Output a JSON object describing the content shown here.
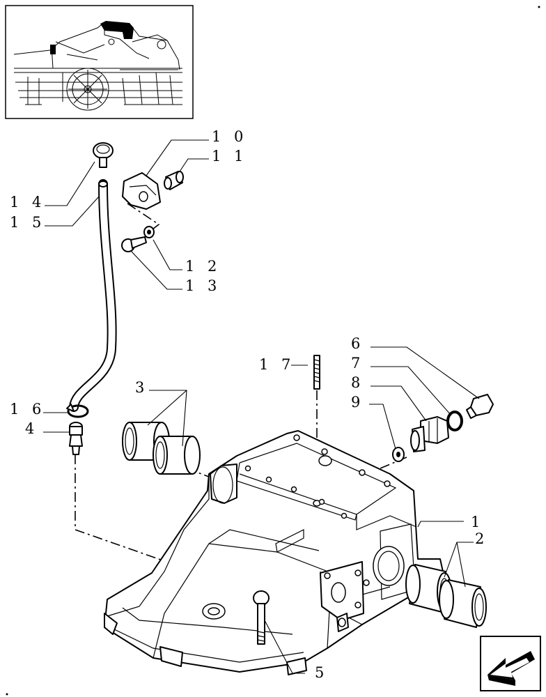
{
  "diagram": {
    "part_labels": {
      "p1": "1",
      "p2": "2",
      "p3": "3",
      "p4": "4",
      "p5": "5",
      "p6": "6",
      "p7": "7",
      "p8": "8",
      "p9": "9",
      "p10": "1 0",
      "p11": "1 1",
      "p12": "1 2",
      "p13": "1 3",
      "p14": "1 4",
      "p15": "1 5",
      "p16": "1 6",
      "p17": "1 7"
    },
    "nav_icon": "arrow-left-icon"
  }
}
